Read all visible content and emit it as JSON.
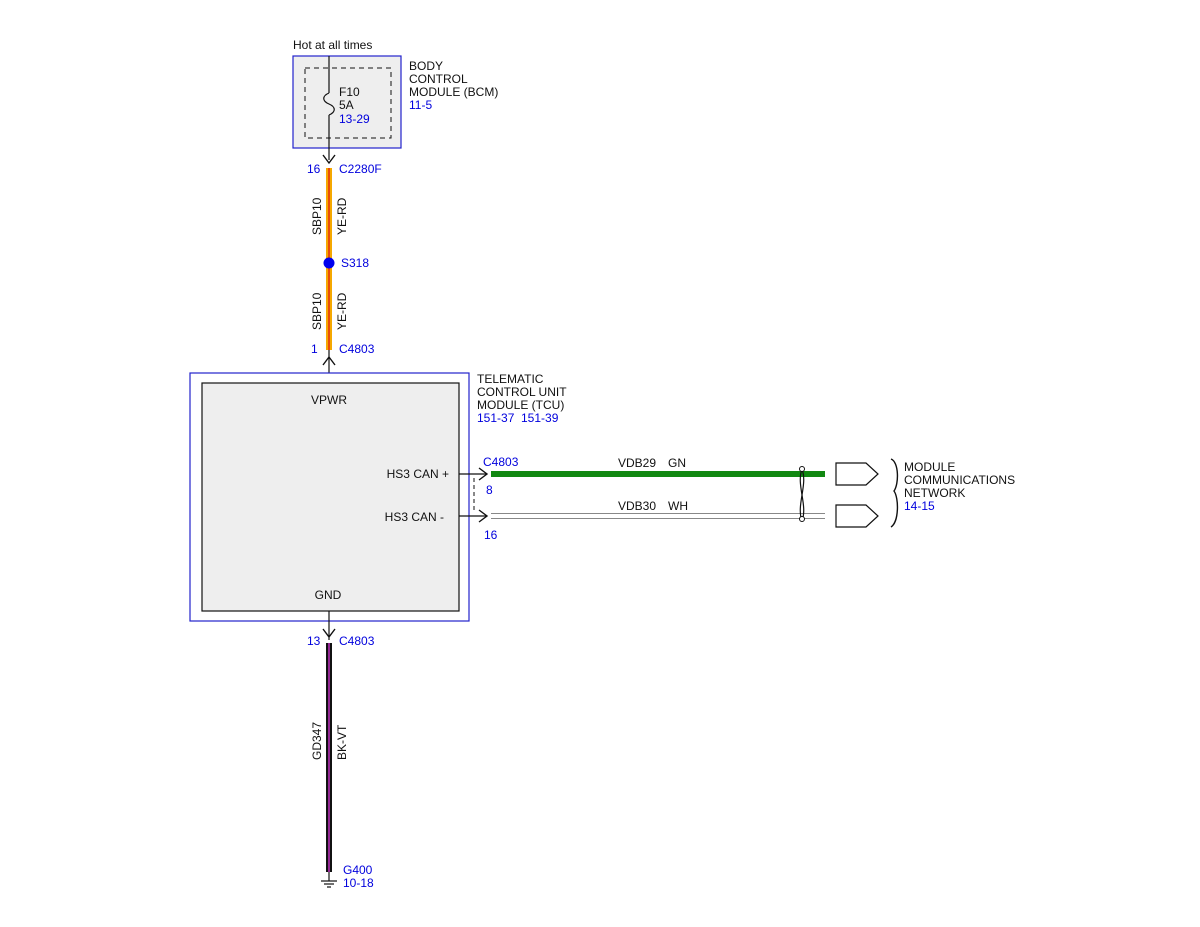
{
  "colors": {
    "connector_text": "#0000dd",
    "module_border": "#2222cc",
    "yellow_wire": "#f5a800",
    "red_stripe": "#e01010",
    "green_wire": "#118811",
    "white_wire": "#cccccc",
    "black_wire": "#111111",
    "violet_stripe": "#cc33cc",
    "module_fill": "#eeeeee"
  },
  "power": {
    "label": "Hot at all times"
  },
  "bcm": {
    "name_lines": [
      "BODY",
      "CONTROL",
      "MODULE (BCM)"
    ],
    "ref": "11-5",
    "fuse": {
      "name": "F10",
      "rating": "5A",
      "ref": "13-29"
    },
    "connector": {
      "pin": "16",
      "id": "C2280F"
    }
  },
  "wire_upper": {
    "circuit": "SBP10",
    "color": "YE-RD"
  },
  "splice": {
    "id": "S318"
  },
  "wire_lower": {
    "circuit": "SBP10",
    "color": "YE-RD"
  },
  "tcu": {
    "name_lines": [
      "TELEMATIC",
      "CONTROL UNIT",
      "MODULE (TCU)"
    ],
    "refs": [
      "151-37",
      "151-39"
    ],
    "power_connector": {
      "pin": "1",
      "id": "C4803"
    },
    "pins": {
      "vpwr": "VPWR",
      "can_high": "HS3 CAN +",
      "can_low": "HS3 CAN -",
      "gnd": "GND"
    },
    "can_connector": {
      "id": "C4803",
      "pin_high": "8",
      "pin_low": "16"
    },
    "ground_connector": {
      "pin": "13",
      "id": "C4803"
    }
  },
  "can_high_wire": {
    "circuit": "VDB29",
    "color": "GN"
  },
  "can_low_wire": {
    "circuit": "VDB30",
    "color": "WH"
  },
  "network": {
    "name_lines": [
      "MODULE",
      "COMMUNICATIONS",
      "NETWORK"
    ],
    "ref": "14-15"
  },
  "ground_wire": {
    "circuit": "GD347",
    "color": "BK-VT"
  },
  "ground": {
    "id": "G400",
    "ref": "10-18"
  }
}
